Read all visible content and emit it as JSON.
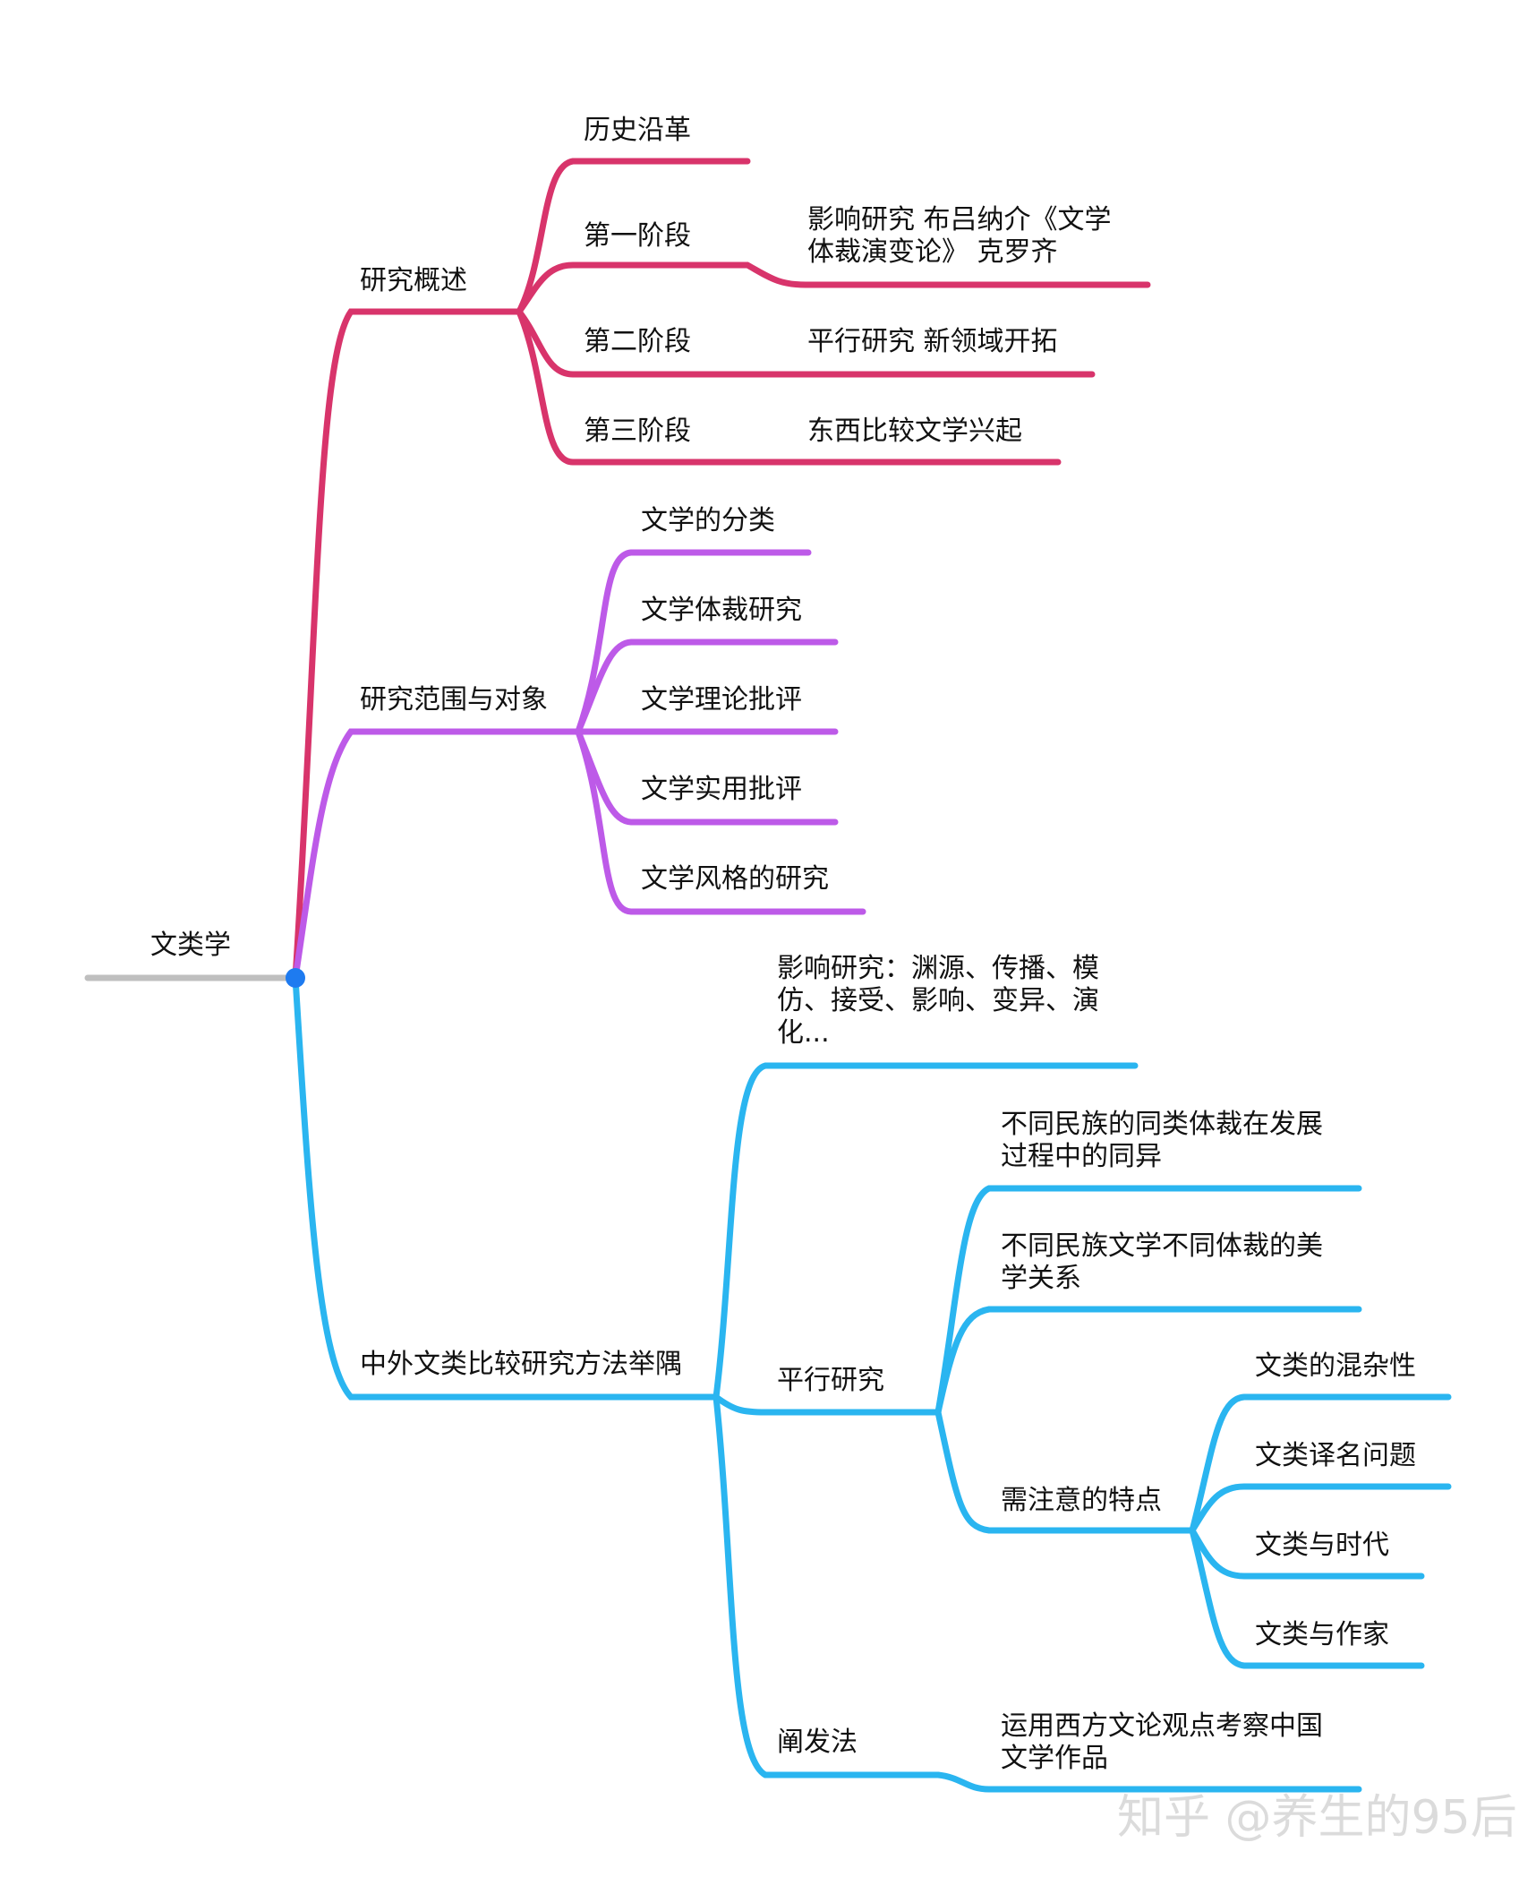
{
  "colors": {
    "root": "#bfbfbf",
    "root_dot": "#1e7bf0",
    "branch_1": "#d8346b",
    "branch_2": "#bd5ae8",
    "branch_3": "#2ab5f0"
  },
  "root": {
    "label": "文类学"
  },
  "branch_1": {
    "label": "研究概述",
    "history": "历史沿革",
    "stage_1": {
      "label": "第一阶段",
      "detail": "影响研究 布吕纳介《文学\n体裁演变论》 克罗齐"
    },
    "stage_2": {
      "label": "第二阶段",
      "detail": "平行研究 新领域开拓"
    },
    "stage_3": {
      "label": "第三阶段",
      "detail": "东西比较文学兴起"
    }
  },
  "branch_2": {
    "label": "研究范围与对象",
    "items": [
      "文学的分类",
      "文学体裁研究",
      "文学理论批评",
      "文学实用批评",
      "文学风格的研究"
    ]
  },
  "branch_3": {
    "label": "中外文类比较研究方法举隅",
    "influence": "影响研究：渊源、传播、模\n仿、接受、影响、变异、演\n化...",
    "parallel": {
      "label": "平行研究",
      "items": [
        "不同民族的同类体裁在发展\n过程中的同异",
        "不同民族文学不同体裁的美\n学关系"
      ],
      "notes": {
        "label": "需注意的特点",
        "items": [
          "文类的混杂性",
          "文类译名问题",
          "文类与时代",
          "文类与作家"
        ]
      }
    },
    "elucidation": {
      "label": "阐发法",
      "detail": "运用西方文论观点考察中国\n文学作品"
    }
  },
  "watermark": "知乎 @养生的95后"
}
